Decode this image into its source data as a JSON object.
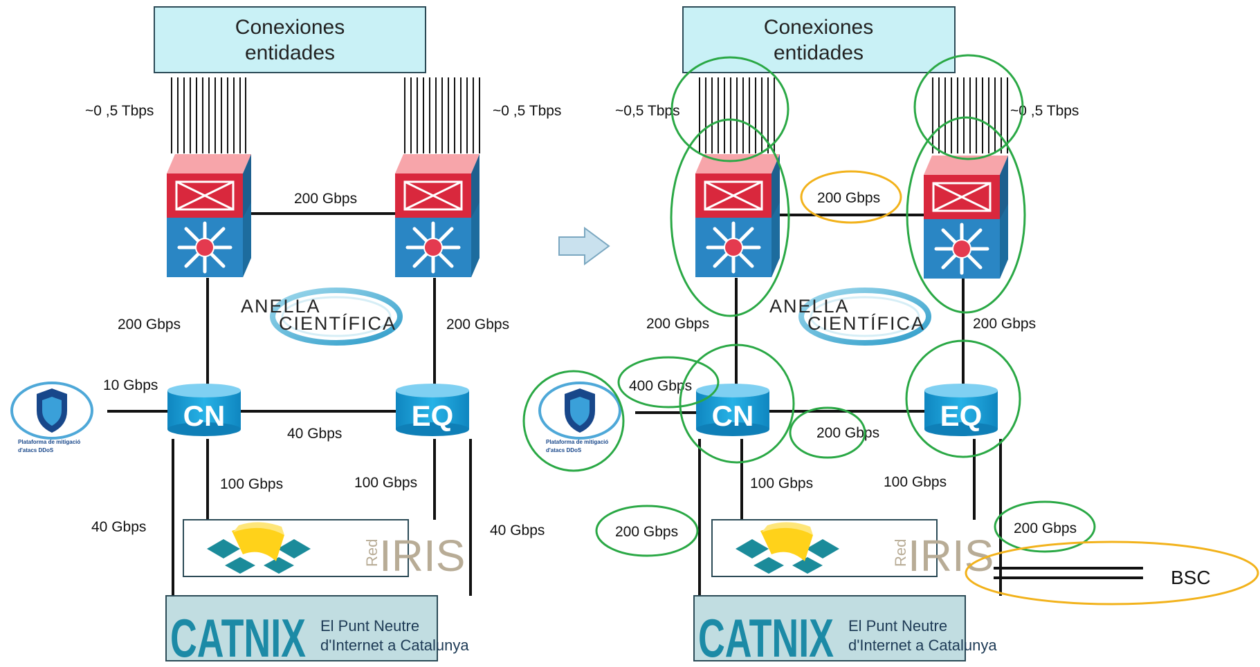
{
  "left": {
    "entities_box": {
      "line1": "Conexiones",
      "line2": "entidades"
    },
    "uplink_left": "~0 ,5 Tbps",
    "uplink_right": "~0 ,5 Tbps",
    "link_switches": "200 Gbps",
    "link_left_vertical": "200 Gbps",
    "link_right_vertical": "200 Gbps",
    "link_ddos": "10 Gbps",
    "link_cn_eq": "40 Gbps",
    "link_cn_rediris": "100 Gbps",
    "link_eq_rediris": "100 Gbps",
    "link_outer_left": "40 Gbps",
    "link_outer_right": "40 Gbps",
    "node_cn": "CN",
    "node_eq": "EQ"
  },
  "right": {
    "entities_box": {
      "line1": "Conexiones",
      "line2": "entidades"
    },
    "uplink_left": "~0,5 Tbps",
    "uplink_right": "~0 ,5 Tbps",
    "link_switches": "200 Gbps",
    "link_left_vertical": "200 Gbps",
    "link_right_vertical": "200 Gbps",
    "link_ddos": "400 Gbps",
    "link_cn_eq": "200 Gbps",
    "link_cn_rediris": "100 Gbps",
    "link_eq_rediris": "100 Gbps",
    "link_outer_left": "200 Gbps",
    "link_outer_right": "200 Gbps",
    "bsc": "BSC",
    "node_cn": "CN",
    "node_eq": "EQ"
  },
  "logos": {
    "anella_line1": "ANELLA",
    "anella_line2": "CIENTÍFICA",
    "ddos_line1": "Plataforma de mitigació",
    "ddos_line2": "d'atacs DDoS",
    "rediris_red": "Red",
    "rediris_iris": "IRIS",
    "catnix_name": "CATNIX",
    "catnix_tag1": "El Punt Neutre",
    "catnix_tag2": "d'Internet a Catalunya"
  },
  "colors": {
    "entities_fill": "#c9f1f6",
    "switch_red": "#d9283d",
    "switch_blue": "#2a86c4",
    "cylinder": "#1ba0d8",
    "green_highlight": "#2aa845",
    "yellow_highlight": "#f2b21b",
    "catnix_bg": "#c1dde1",
    "catnix_text": "#1c8aa6"
  }
}
